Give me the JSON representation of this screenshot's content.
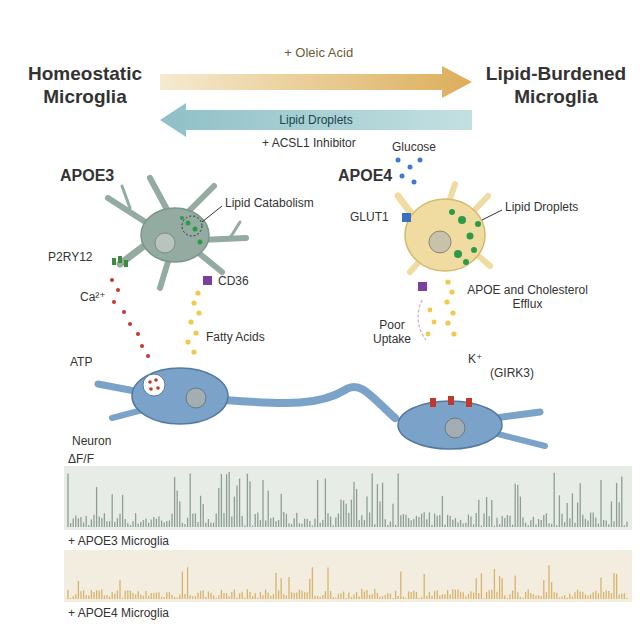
{
  "diagram": {
    "nodes": [
      {
        "text": [
          "Homeostatic Microglia"
        ]
      },
      {
        "text": [
          "Lipid-Burdened Microglia"
        ]
      }
    ],
    "edges": [
      {
        "from": 0,
        "to": 1,
        "label": "+ Oleic Acid",
        "arrow": "to"
      },
      {
        "from": 1,
        "to": 0,
        "label": "Lipid Droplets",
        "arrow": "to"
      }
    ],
    "labels": [
      "+ ACSL1 Inhibitor",
      "APOE3",
      "Lipid Catabolism",
      "P2RY12",
      "Ca²⁺",
      "CD36",
      "Fatty Acids",
      "ATP",
      "Neuron",
      "APOE4",
      "Glucose",
      "GLUT1",
      "Lipid Droplets",
      "Poor Uptake",
      "APOE and Cholesterol Efflux",
      "K⁺",
      "(GIRK3)",
      "ΔF/F",
      "+ APOE3 Microglia",
      "+ APOE4 Microglia"
    ]
  }
}
